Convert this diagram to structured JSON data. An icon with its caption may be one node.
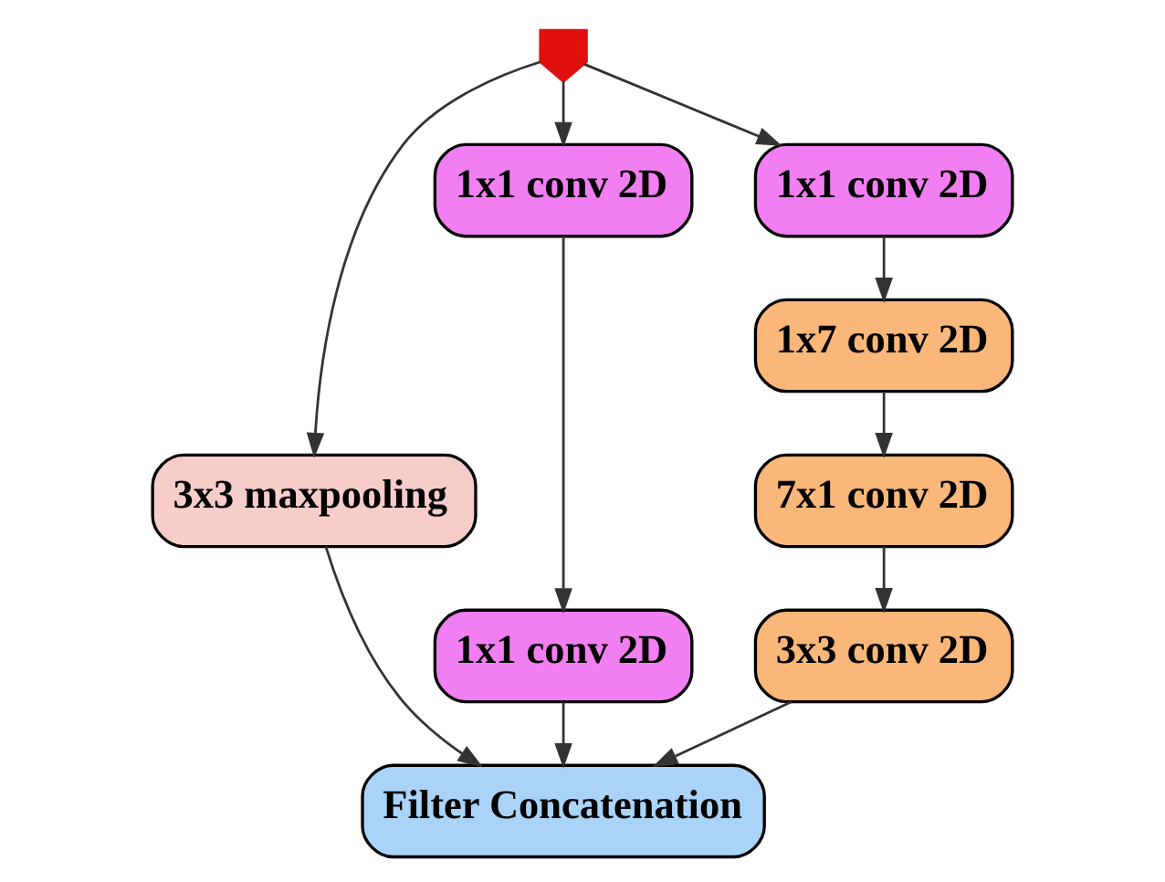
{
  "diagram": {
    "nodes": [
      {
        "text": [],
        "shape": "arrow"
      },
      {
        "text": [
          "3x3 maxpooling"
        ]
      },
      {
        "text": [
          "1x1 conv 2D"
        ]
      },
      {
        "text": [
          "1x1 conv 2D"
        ]
      },
      {
        "text": [
          "1x1 conv 2D"
        ]
      },
      {
        "text": [
          "1x7 conv 2D"
        ]
      },
      {
        "text": [
          "7x1 conv 2D"
        ]
      },
      {
        "text": [
          "3x3 conv 2D"
        ]
      },
      {
        "text": [
          "Filter Concatenation"
        ]
      }
    ],
    "edges": [
      {
        "from": 0,
        "to": 1,
        "arrow": "to"
      },
      {
        "from": 0,
        "to": 2,
        "arrow": "to"
      },
      {
        "from": 0,
        "to": 4,
        "arrow": "to"
      },
      {
        "from": 2,
        "to": 3,
        "arrow": "to"
      },
      {
        "from": 4,
        "to": 5,
        "arrow": "to"
      },
      {
        "from": 5,
        "to": 6,
        "arrow": "to"
      },
      {
        "from": 6,
        "to": 7,
        "arrow": "to"
      },
      {
        "from": 1,
        "to": 8,
        "arrow": "to"
      },
      {
        "from": 3,
        "to": 8,
        "arrow": "to"
      },
      {
        "from": 7,
        "to": 8,
        "arrow": "to"
      }
    ]
  }
}
